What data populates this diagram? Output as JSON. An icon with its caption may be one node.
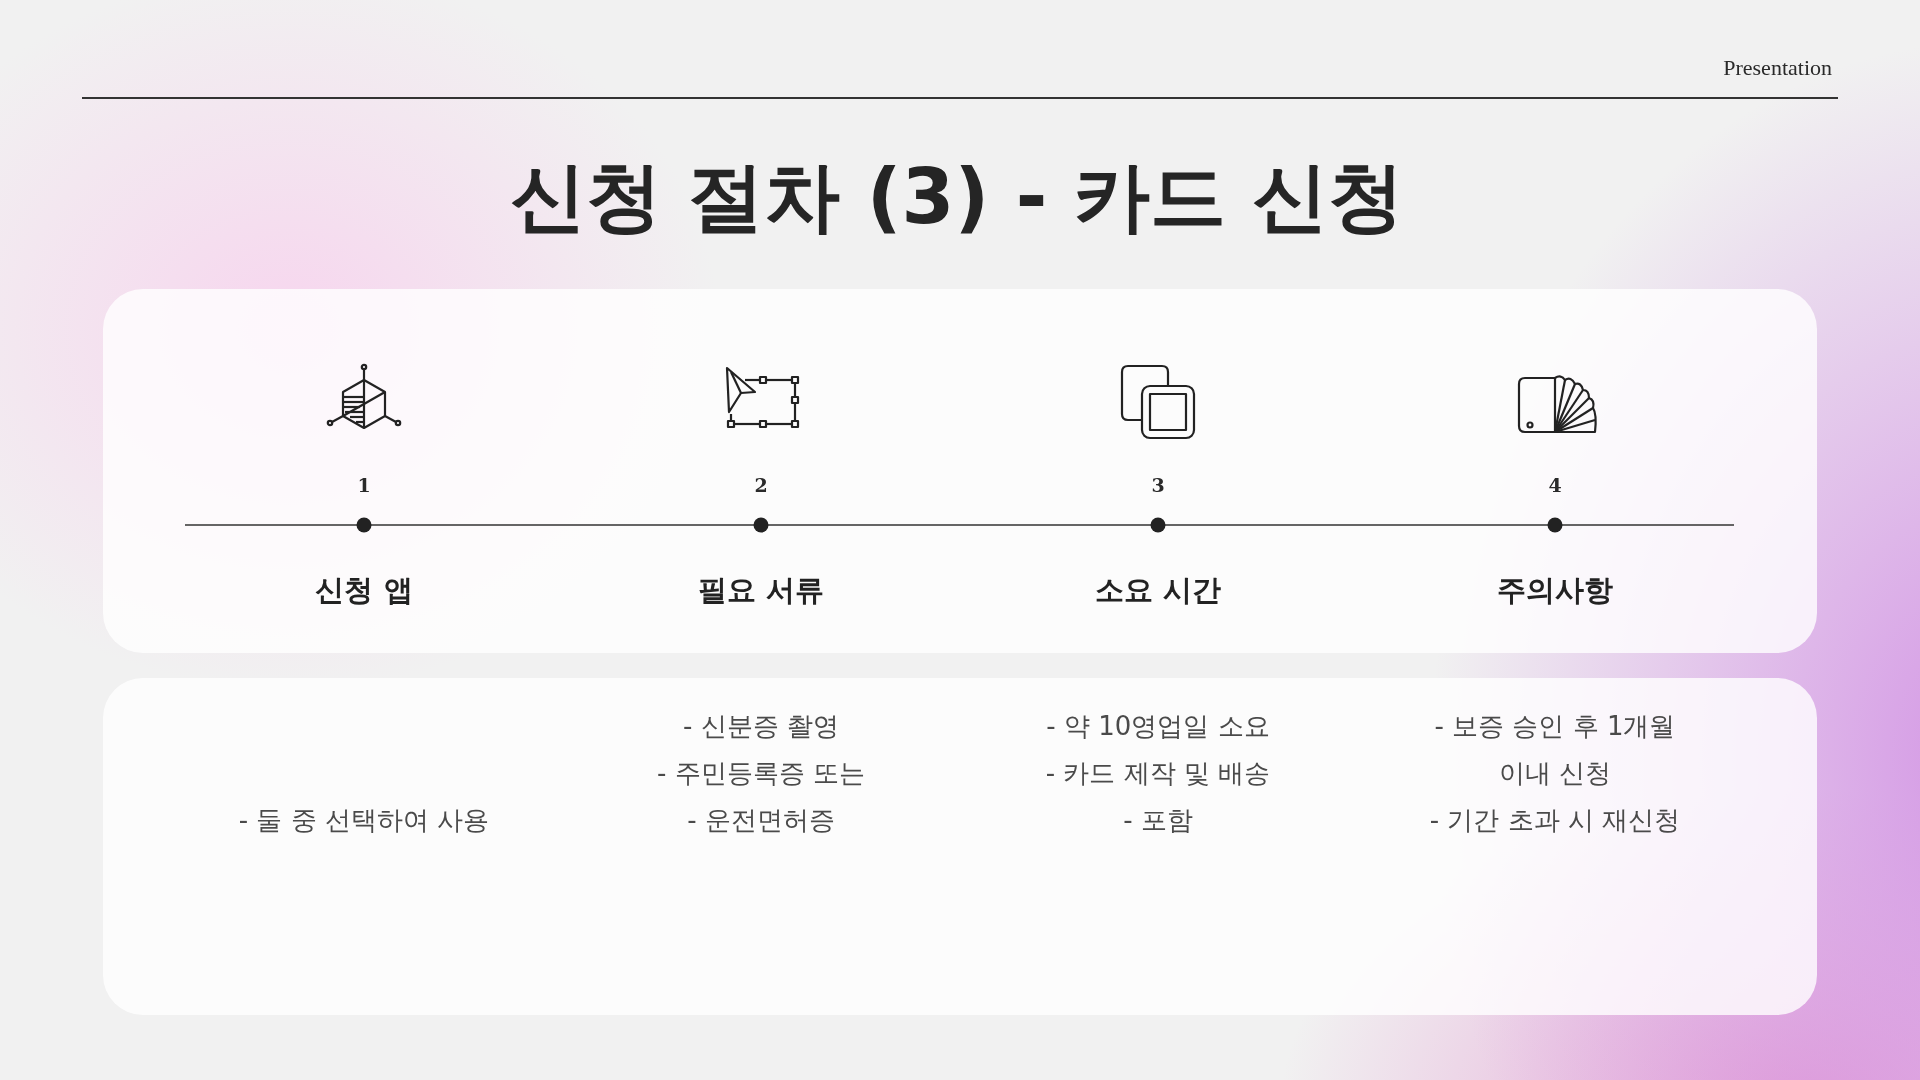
{
  "diagram": {
    "title": "신청 절차 (3) - 카드 신청",
    "nodes": [
      {
        "text": [
          "1",
          "신청 앱",
          "2",
          "필요 서류",
          "3",
          "소요 시간",
          "4",
          "주의사항"
        ]
      },
      {
        "text": [
          "- 둘 중 선택하여 사용",
          "- 신분증 촬영",
          "- 주민등록증 또는",
          "- 운전면허증",
          "- 약 10영업일 소요",
          "- 카드 제작 및 배송",
          "- 포함",
          "- 보증 승인 후 1개월 이내 신청",
          "- 기간 초과 시 재신청"
        ]
      }
    ],
    "labels": [
      "Presentation"
    ]
  }
}
